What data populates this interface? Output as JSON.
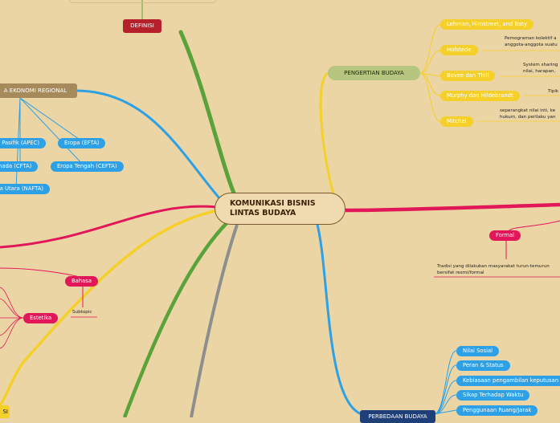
{
  "central": {
    "line1": "KOMUNIKASI BISNIS",
    "line2": "LINTAS BUDAYA"
  },
  "definisi": {
    "label": "DEFINISI"
  },
  "pengertian": {
    "label": "PENGERTIAN BUDAYA",
    "items": [
      {
        "label": "Lehman, Himstreet, and Baty",
        "note": ""
      },
      {
        "label": "Hofstede",
        "note": [
          "Pemograman kolektif a",
          "anggota-anggota suatu"
        ]
      },
      {
        "label": "Bovee dan Thill",
        "note": [
          "System sharing",
          "nilai, harapan,"
        ]
      },
      {
        "label": "Murphy dan Hildebrandt",
        "note": [
          "Tipik"
        ]
      },
      {
        "label": "Mitchel",
        "note": [
          "seperangkat nilai inti, ke",
          "hukum, dan perilaku yan"
        ]
      }
    ]
  },
  "ekonomi": {
    "label": "A EKONOMI REGIONAL",
    "items": [
      "ia Pasifik (APEC)",
      "Eropa (EFTA)",
      "anada (CFTA)",
      "Eropa Tengah (CEFTA)",
      "ika Utara (NAFTA)"
    ]
  },
  "formal": {
    "label": "Formal",
    "note": [
      "Tradisi yang dilakukan masyarakat turun-temurun",
      "bersifat resmi/formal"
    ]
  },
  "estetika": {
    "label": "Estetika",
    "bahasa": "Bahasa",
    "subtopic": "Subtopic"
  },
  "perbedaan": {
    "label": "PERBEDAAN BUDAYA",
    "items": [
      "Nilai Sosial",
      "Peran & Status",
      "Kebiasaan pengambilan keputusan",
      "Sikap Terhadap Waktu",
      "Penggunaan Ruang/Jarak"
    ]
  },
  "bottom_left": {
    "label": "SI"
  },
  "colors": {
    "background": "#ecd5a4",
    "yellow": "#f5cf2a",
    "blue": "#2da0e6",
    "pink": "#e2175a",
    "green": "#5aa23a",
    "gray": "#8e8e8e",
    "dark_red": "#b5202a",
    "olive": "#9aa870",
    "navy": "#1e3f78",
    "brown": "#a68a5b"
  }
}
